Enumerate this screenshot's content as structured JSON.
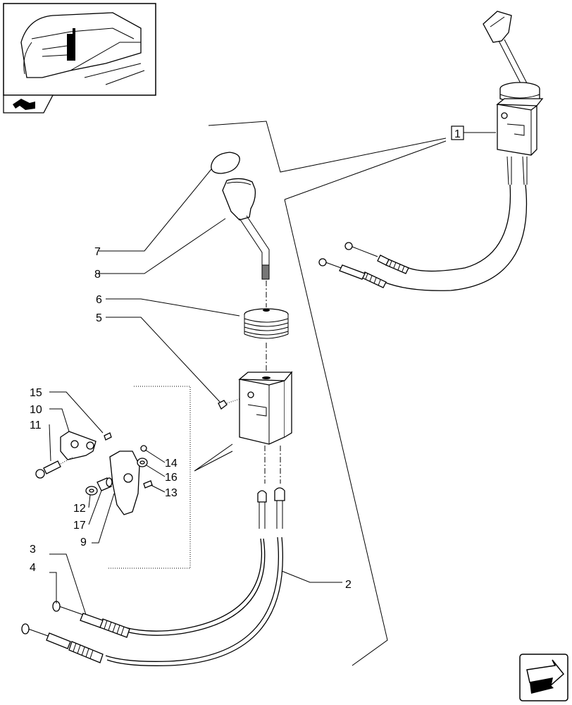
{
  "callouts": {
    "c1": "1",
    "c2": "2",
    "c3": "3",
    "c4": "4",
    "c5": "5",
    "c6": "6",
    "c7": "7",
    "c8": "8",
    "c9": "9",
    "c10": "10",
    "c11": "11",
    "c12": "12",
    "c13": "13",
    "c14": "14",
    "c15": "15",
    "c16": "16",
    "c17": "17"
  },
  "icons": {
    "thumbnail": "tractor-cab-location-thumbnail",
    "back": "previous-page-arrow-icon",
    "next": "next-page-arrow-icon"
  }
}
